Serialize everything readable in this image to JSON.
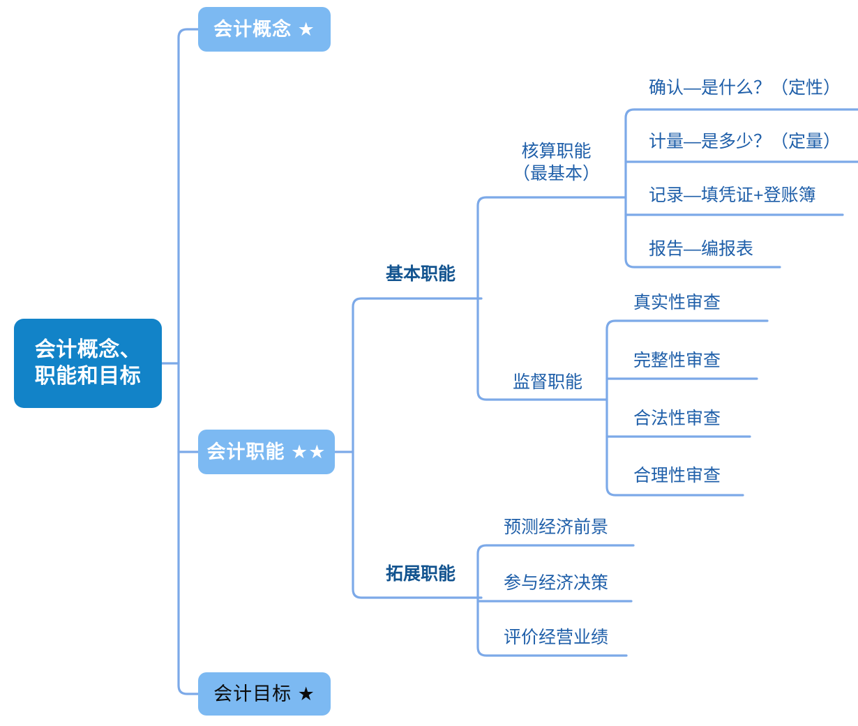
{
  "diagram": {
    "type": "mindmap",
    "title_node": "会计概念、职能和目标",
    "orientation": "left-to-right",
    "colors": {
      "root_fill": "#1283C8",
      "root_text": "#FFFFFF",
      "pill_fill": "#7CB9F2",
      "pill_text_white": "#FFFFFF",
      "pill_text_dark": "#0B0B0B",
      "branch_text": "#12538F",
      "leaf_text": "#1F5FA9",
      "connector": "#7CA9E8",
      "background": "#FFFFFF"
    }
  },
  "root": {
    "line1": "会计概念、",
    "line2": "职能和目标"
  },
  "level1": [
    {
      "id": "concept",
      "label": "会计概念 ★",
      "style": "white-bold"
    },
    {
      "id": "function",
      "label": "会计职能 ★★",
      "style": "white-bold"
    },
    {
      "id": "goal",
      "label": "会计目标 ★",
      "style": "dark-plain"
    }
  ],
  "branches": [
    {
      "id": "basic",
      "label": "基本职能"
    },
    {
      "id": "expand",
      "label": "拓展职能"
    }
  ],
  "groups": [
    {
      "id": "accounting",
      "label_line1": "核算职能",
      "label_line2": "（最基本）",
      "items": [
        "确认—是什么？（定性）",
        "计量—是多少？（定量）",
        "记录—填凭证+登账簿",
        "报告—编报表"
      ]
    },
    {
      "id": "supervision",
      "label_line1": "监督职能",
      "label_line2": "",
      "items": [
        "真实性审查",
        "完整性审查",
        "合法性审查",
        "合理性审查"
      ]
    },
    {
      "id": "expansion",
      "label_line1": "",
      "label_line2": "",
      "items": [
        "预测经济前景",
        "参与经济决策",
        "评价经营业绩"
      ]
    }
  ]
}
